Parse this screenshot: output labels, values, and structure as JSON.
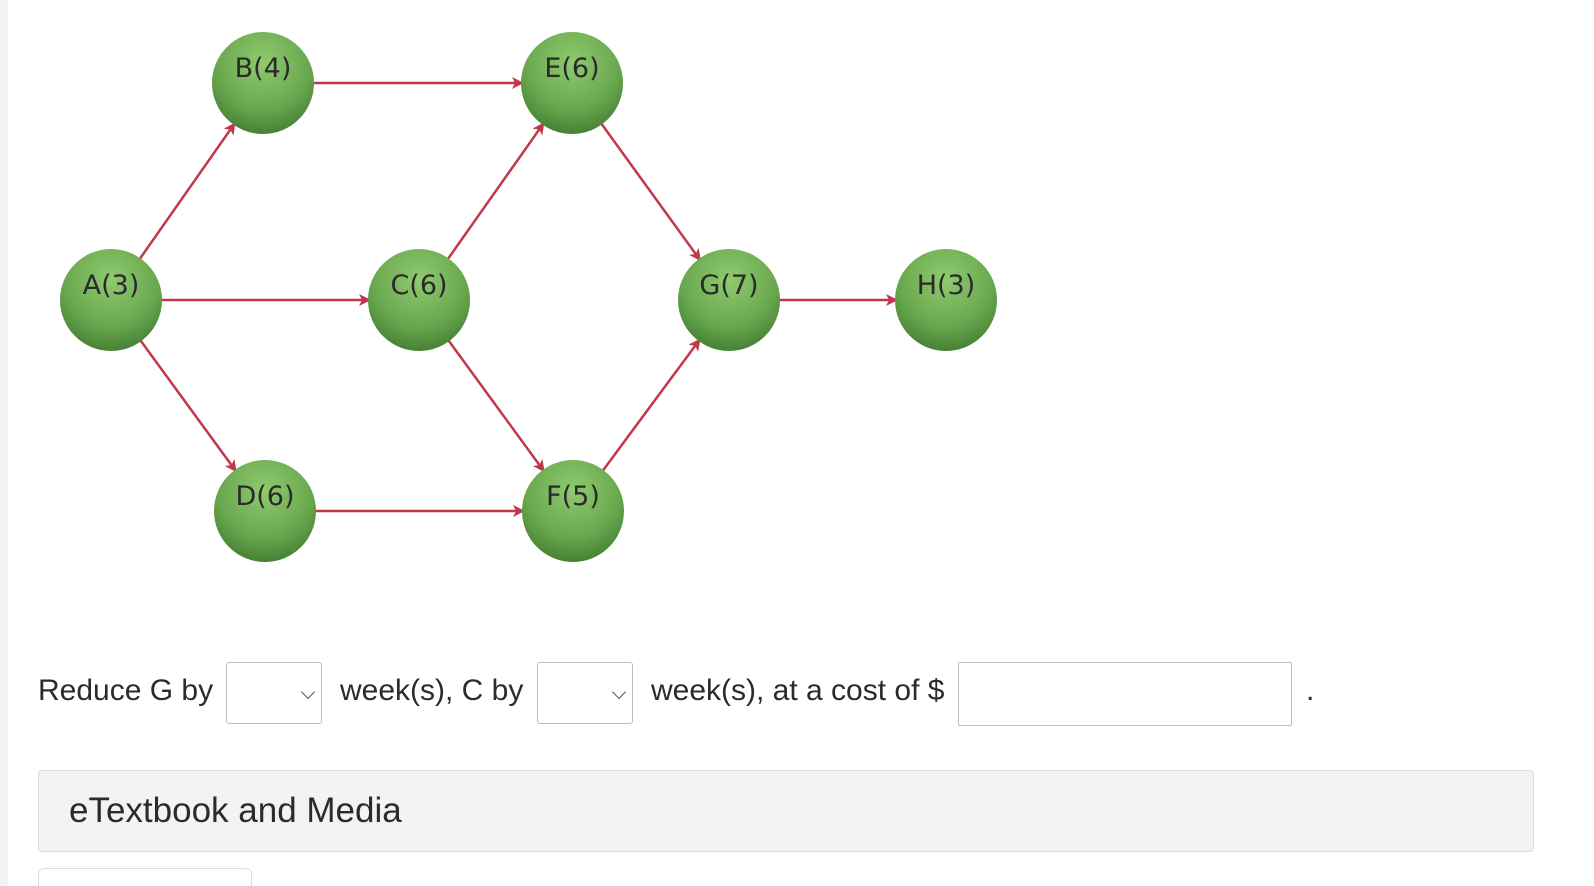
{
  "diagram": {
    "nodes": [
      {
        "id": "A",
        "label": "A(3)"
      },
      {
        "id": "B",
        "label": "B(4)"
      },
      {
        "id": "C",
        "label": "C(6)"
      },
      {
        "id": "D",
        "label": "D(6)"
      },
      {
        "id": "E",
        "label": "E(6)"
      },
      {
        "id": "F",
        "label": "F(5)"
      },
      {
        "id": "G",
        "label": "G(7)"
      },
      {
        "id": "H",
        "label": "H(3)"
      }
    ],
    "edges": [
      {
        "from": "A",
        "to": "B"
      },
      {
        "from": "A",
        "to": "C"
      },
      {
        "from": "A",
        "to": "D"
      },
      {
        "from": "B",
        "to": "E"
      },
      {
        "from": "C",
        "to": "E"
      },
      {
        "from": "C",
        "to": "F"
      },
      {
        "from": "D",
        "to": "F"
      },
      {
        "from": "E",
        "to": "G"
      },
      {
        "from": "F",
        "to": "G"
      },
      {
        "from": "G",
        "to": "H"
      }
    ],
    "node_color": "#6aa84f",
    "edge_color": "#c0394b"
  },
  "question": {
    "part1": "Reduce G by",
    "part2": "week(s), C by",
    "part3": "week(s), at a cost of $",
    "end": ".",
    "g_select_value": "",
    "c_select_value": "",
    "cost_value": ""
  },
  "etextbook": {
    "title": "eTextbook and Media"
  }
}
